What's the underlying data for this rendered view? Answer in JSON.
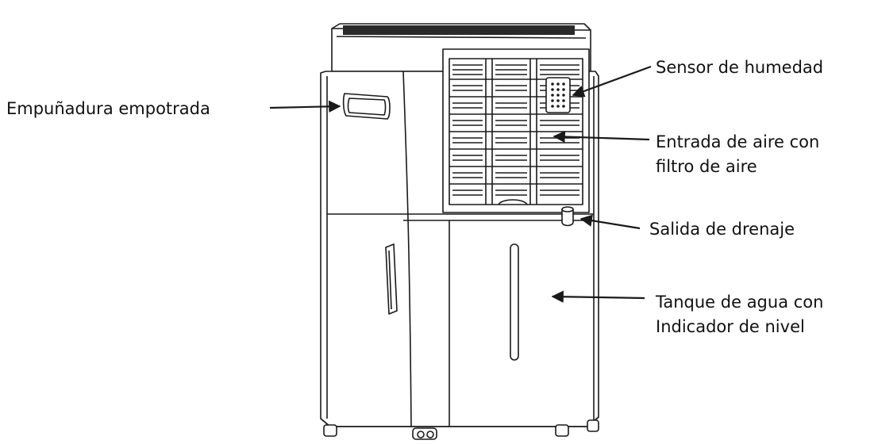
{
  "labels": {
    "recessed_handle": "Empuñadura empotrada",
    "humidity_sensor": "Sensor de humedad",
    "air_inlet": {
      "line1": "Entrada de aire con",
      "line2": "filtro de aire"
    },
    "drain_outlet": "Salida de drenaje",
    "water_tank": {
      "line1": "Tanque de agua con",
      "line2": "Indicador de nivel"
    }
  },
  "colors": {
    "line": "#1a1a1a",
    "background": "#ffffff"
  }
}
